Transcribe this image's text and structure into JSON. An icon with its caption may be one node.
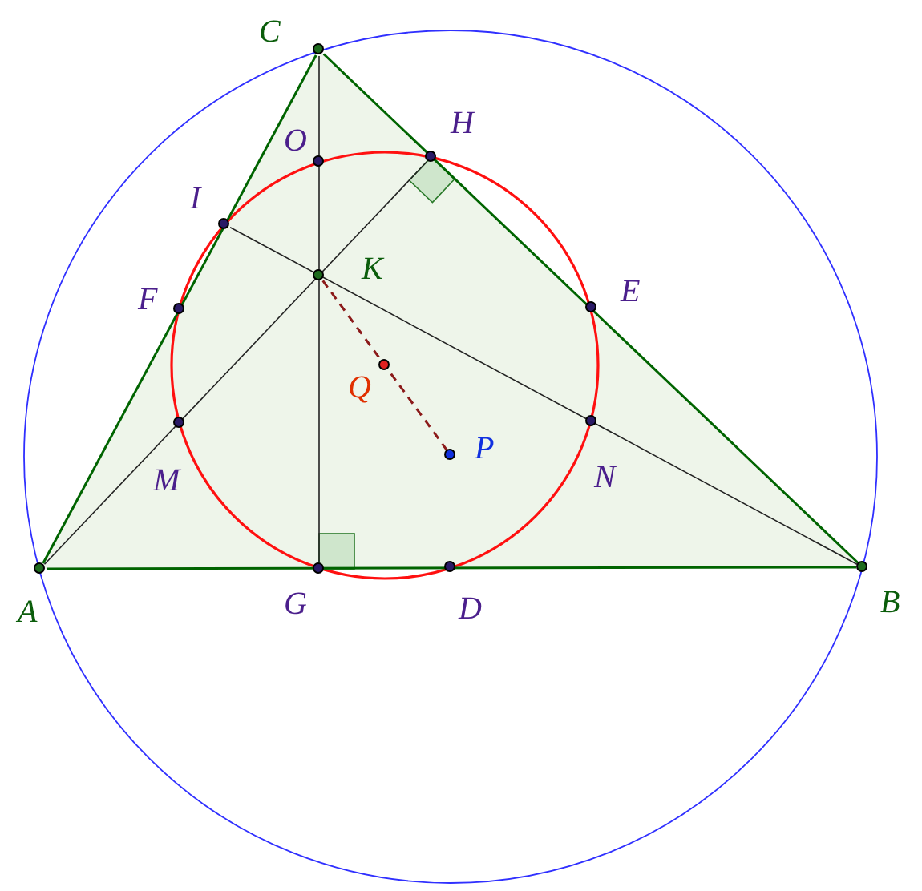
{
  "diagram": {
    "nodes": [
      {
        "text": [],
        "shape": "circle",
        "beside": [
          "C"
        ]
      },
      {
        "text": [],
        "shape": "circle",
        "beside": [
          "O"
        ]
      },
      {
        "text": [],
        "shape": "circle",
        "beside": [
          "H"
        ]
      },
      {
        "text": [],
        "shape": "circle",
        "beside": [
          "I"
        ]
      },
      {
        "text": [],
        "shape": "circle",
        "beside": [
          "K"
        ]
      },
      {
        "text": [],
        "shape": "circle",
        "beside": [
          "F"
        ]
      },
      {
        "text": [],
        "shape": "circle",
        "beside": [
          "E"
        ]
      },
      {
        "text": [],
        "shape": "circle",
        "beside": [
          "Q"
        ]
      },
      {
        "text": [],
        "shape": "circle",
        "beside": [
          "P"
        ]
      },
      {
        "text": [],
        "shape": "circle",
        "beside": [
          "M"
        ]
      },
      {
        "text": [],
        "shape": "circle",
        "beside": [
          "N"
        ]
      },
      {
        "text": [],
        "shape": "circle",
        "beside": [
          "A"
        ]
      },
      {
        "text": [],
        "shape": "circle",
        "beside": [
          "G"
        ]
      },
      {
        "text": [],
        "shape": "circle",
        "beside": [
          "D"
        ]
      },
      {
        "text": [],
        "shape": "circle",
        "beside": [
          "B"
        ]
      }
    ],
    "edges": [
      {
        "from": 11,
        "to": 14,
        "arrow": "none",
        "color": "#006400"
      },
      {
        "from": 14,
        "to": 0,
        "arrow": "none",
        "color": "#006400"
      },
      {
        "from": 0,
        "to": 11,
        "arrow": "none",
        "color": "#006400"
      },
      {
        "from": 0,
        "to": 12,
        "arrow": "none"
      },
      {
        "from": 11,
        "to": 2,
        "arrow": "none"
      },
      {
        "from": 14,
        "to": 3,
        "arrow": "none"
      },
      {
        "from": 4,
        "to": 8,
        "arrow": "none",
        "style": "dashed",
        "color": "#8b1a1a"
      }
    ]
  }
}
